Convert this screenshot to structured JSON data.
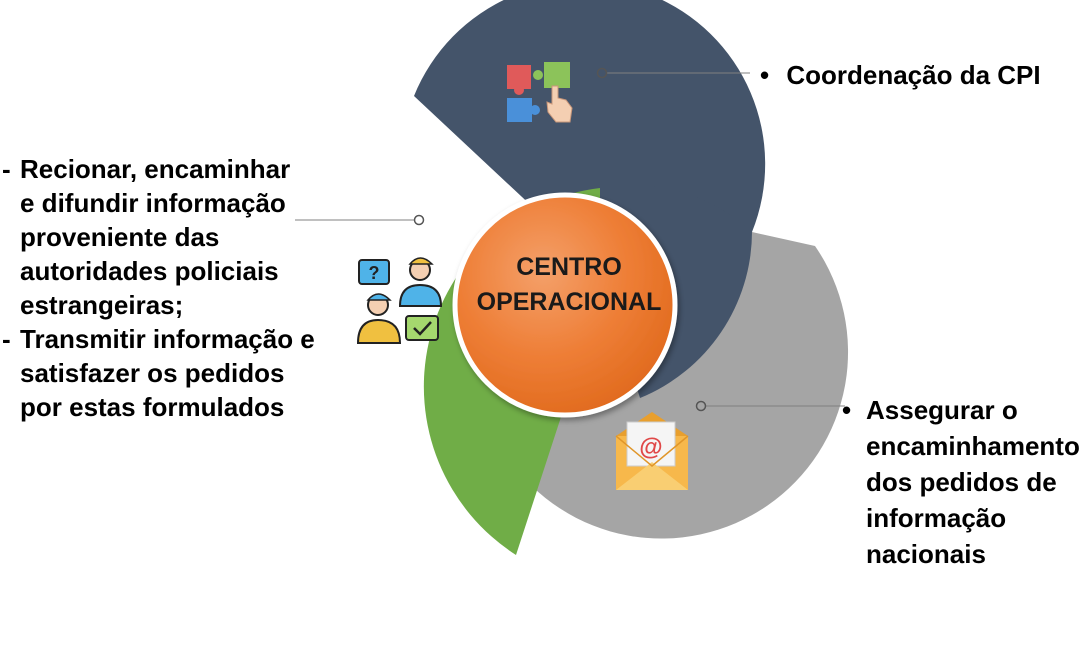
{
  "center": {
    "line1": "CENTRO",
    "line2": "OPERACIONAL"
  },
  "top_right": {
    "bullet": "•",
    "text": "Coordenação da CPI",
    "icon": "puzzle-hand-icon"
  },
  "left": {
    "items": [
      {
        "bullet": "-",
        "lines": [
          "Recionar, encaminhar",
          "e difundir informação",
          "proveniente das",
          "autoridades policiais",
          "estrangeiras;"
        ]
      },
      {
        "bullet": "-",
        "lines": [
          "Transmitir informação e",
          "satisfazer os pedidos",
          "por estas formulados"
        ]
      }
    ],
    "icon": "people-chat-icon"
  },
  "bottom_right": {
    "bullet": "•",
    "lines": [
      "Assegurar o",
      "encaminhamento",
      "dos pedidos de",
      "informação",
      "nacionais"
    ],
    "icon": "email-envelope-icon"
  },
  "colors": {
    "dark": "#44546A",
    "green": "#70AD47",
    "gray": "#A5A5A5",
    "orange": "#ED7D31"
  }
}
